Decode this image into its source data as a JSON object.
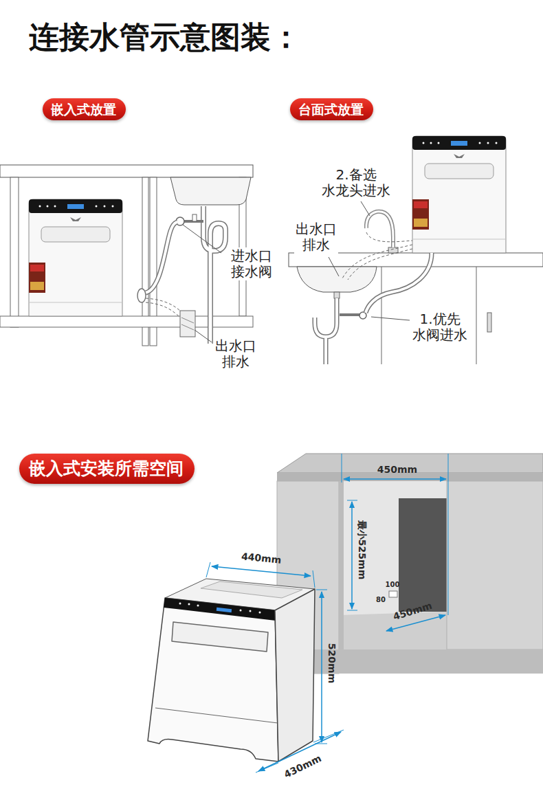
{
  "diagram": {
    "title": "连接水管示意图装：",
    "nodes": [
      {
        "text": [
          "嵌入式放置"
        ]
      },
      {
        "text": [
          "台面式放置"
        ]
      },
      {
        "text": [
          "嵌入式安装所需空间"
        ]
      }
    ],
    "labels": [
      "进水口 接水阀",
      "出水口 排水",
      "出水口 排水",
      "2.备选 水龙头进水",
      "1.优先 水阀进水",
      "450mm",
      "最小525mm",
      "100",
      "80",
      "450mm",
      "440mm",
      "520mm",
      "430mm"
    ]
  }
}
